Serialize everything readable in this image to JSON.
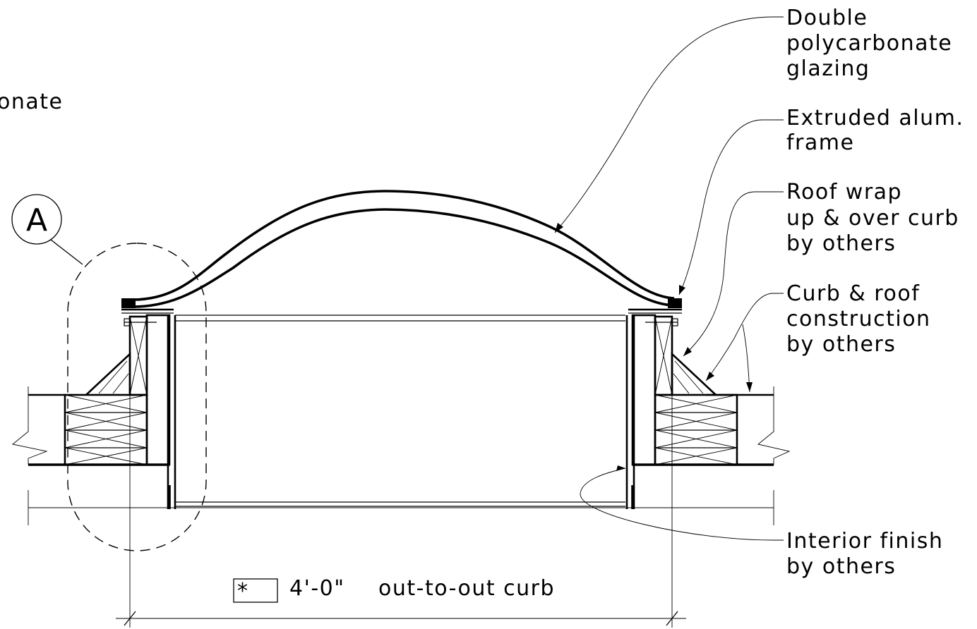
{
  "drawing": {
    "colors": {
      "line": "#000000",
      "background": "#ffffff"
    },
    "partial_left_text": "onate",
    "detail_bubble": {
      "letter": "A"
    },
    "callouts": {
      "glazing": [
        "Double",
        "polycarbonate",
        "glazing"
      ],
      "frame": [
        "Extruded alum.",
        "frame"
      ],
      "roof_wrap": [
        "Roof wrap",
        "up & over curb",
        "by others"
      ],
      "curb_roof": [
        "Curb & roof",
        "construction",
        "by others"
      ],
      "interior": [
        "Interior finish",
        "by others"
      ]
    },
    "dimension": {
      "box_symbol": "*",
      "value": "4'-0\"",
      "description": "out-to-out curb"
    }
  }
}
